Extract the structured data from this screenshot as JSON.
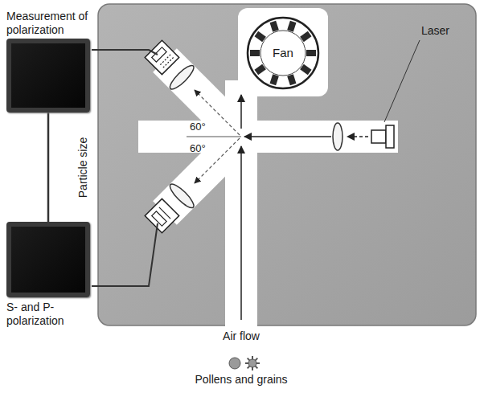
{
  "diagram": {
    "nodes": [
      {
        "text": [
          "Measurement of polarization"
        ]
      },
      {
        "text": [
          "S- and P- polarization"
        ]
      },
      {
        "text": [
          "Fan"
        ]
      }
    ],
    "edges": [
      {
        "from": 0,
        "to": 1,
        "label": "Particle size",
        "arrow": "none"
      }
    ],
    "labels": [
      "Laser",
      "60°",
      "60°",
      "Air flow",
      "Pollens and grains"
    ]
  }
}
